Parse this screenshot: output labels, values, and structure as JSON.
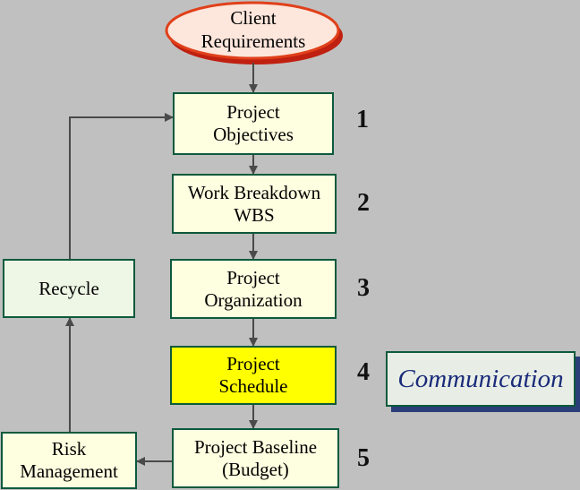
{
  "client_requirements": [
    "Client",
    "Requirements"
  ],
  "steps": [
    {
      "lines": [
        "Project",
        "Objectives"
      ],
      "number": "1"
    },
    {
      "lines": [
        "Work Breakdown",
        "WBS"
      ],
      "number": "2"
    },
    {
      "lines": [
        "Project",
        "Organization"
      ],
      "number": "3"
    },
    {
      "lines": [
        "Project",
        "Schedule"
      ],
      "number": "4"
    },
    {
      "lines": [
        "Project Baseline",
        "(Budget)"
      ],
      "number": "5"
    }
  ],
  "recycle": "Recycle",
  "risk_management": [
    "Risk",
    "Management"
  ],
  "communication": "Communication",
  "colors": {
    "background": "#c0c0c0",
    "box_fill": "#fefee0",
    "highlight_fill": "#ffff00",
    "border": "#0d5a3c",
    "ellipse_fill": "#fde6dc",
    "ellipse_border": "#e0401a",
    "communication_text": "#1a2b7a",
    "arrow": "#4a4a4a"
  }
}
